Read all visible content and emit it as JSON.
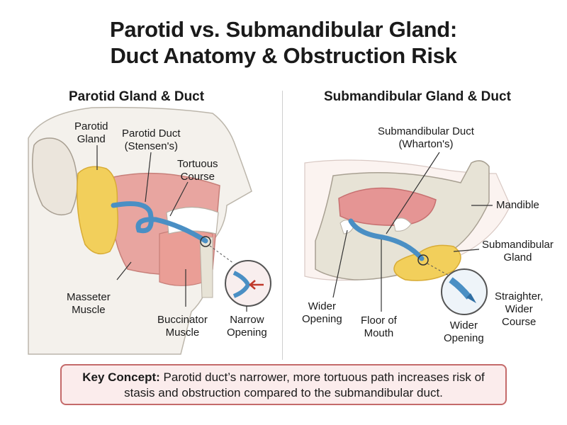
{
  "title": {
    "line1": "Parotid vs. Submandibular Gland:",
    "line2": "Duct Anatomy & Obstruction Risk"
  },
  "left_panel": {
    "heading": "Parotid Gland & Duct",
    "labels": {
      "parotid_gland_1": "Parotid",
      "parotid_gland_2": "Gland",
      "parotid_duct_1": "Parotid Duct",
      "parotid_duct_2": "(Stensen's)",
      "tortuous_1": "Tortuous",
      "tortuous_2": "Course",
      "masseter_1": "Masseter",
      "masseter_2": "Muscle",
      "buccinator_1": "Buccinator",
      "buccinator_2": "Muscle",
      "narrow_1": "Narrow",
      "narrow_2": "Opening"
    }
  },
  "right_panel": {
    "heading": "Submandibular Gland & Duct",
    "labels": {
      "sm_duct_1": "Submandibular Duct",
      "sm_duct_2": "(Wharton's)",
      "mandible": "Mandible",
      "sm_gland_1": "Submandibular",
      "sm_gland_2": "Gland",
      "straighter_1": "Straighter,",
      "straighter_2": "Wider",
      "straighter_3": "Course",
      "wider_left_1": "Wider",
      "wider_left_2": "Opening",
      "floor_1": "Floor of",
      "floor_2": "Mouth",
      "wider_right_1": "Wider",
      "wider_right_2": "Opening"
    }
  },
  "key_concept": {
    "label": "Key Concept:",
    "text": "Parotid duct’s narrower, more tortuous path increases risk of stasis and obstruction compared to the submandibular duct."
  },
  "colors": {
    "duct": "#4a8fc4",
    "gland": "#f2cf5b",
    "muscle": "#e8a5a0",
    "bone": "#e7e3d6",
    "key_border": "#c46a6a",
    "key_fill": "#fbecec"
  }
}
